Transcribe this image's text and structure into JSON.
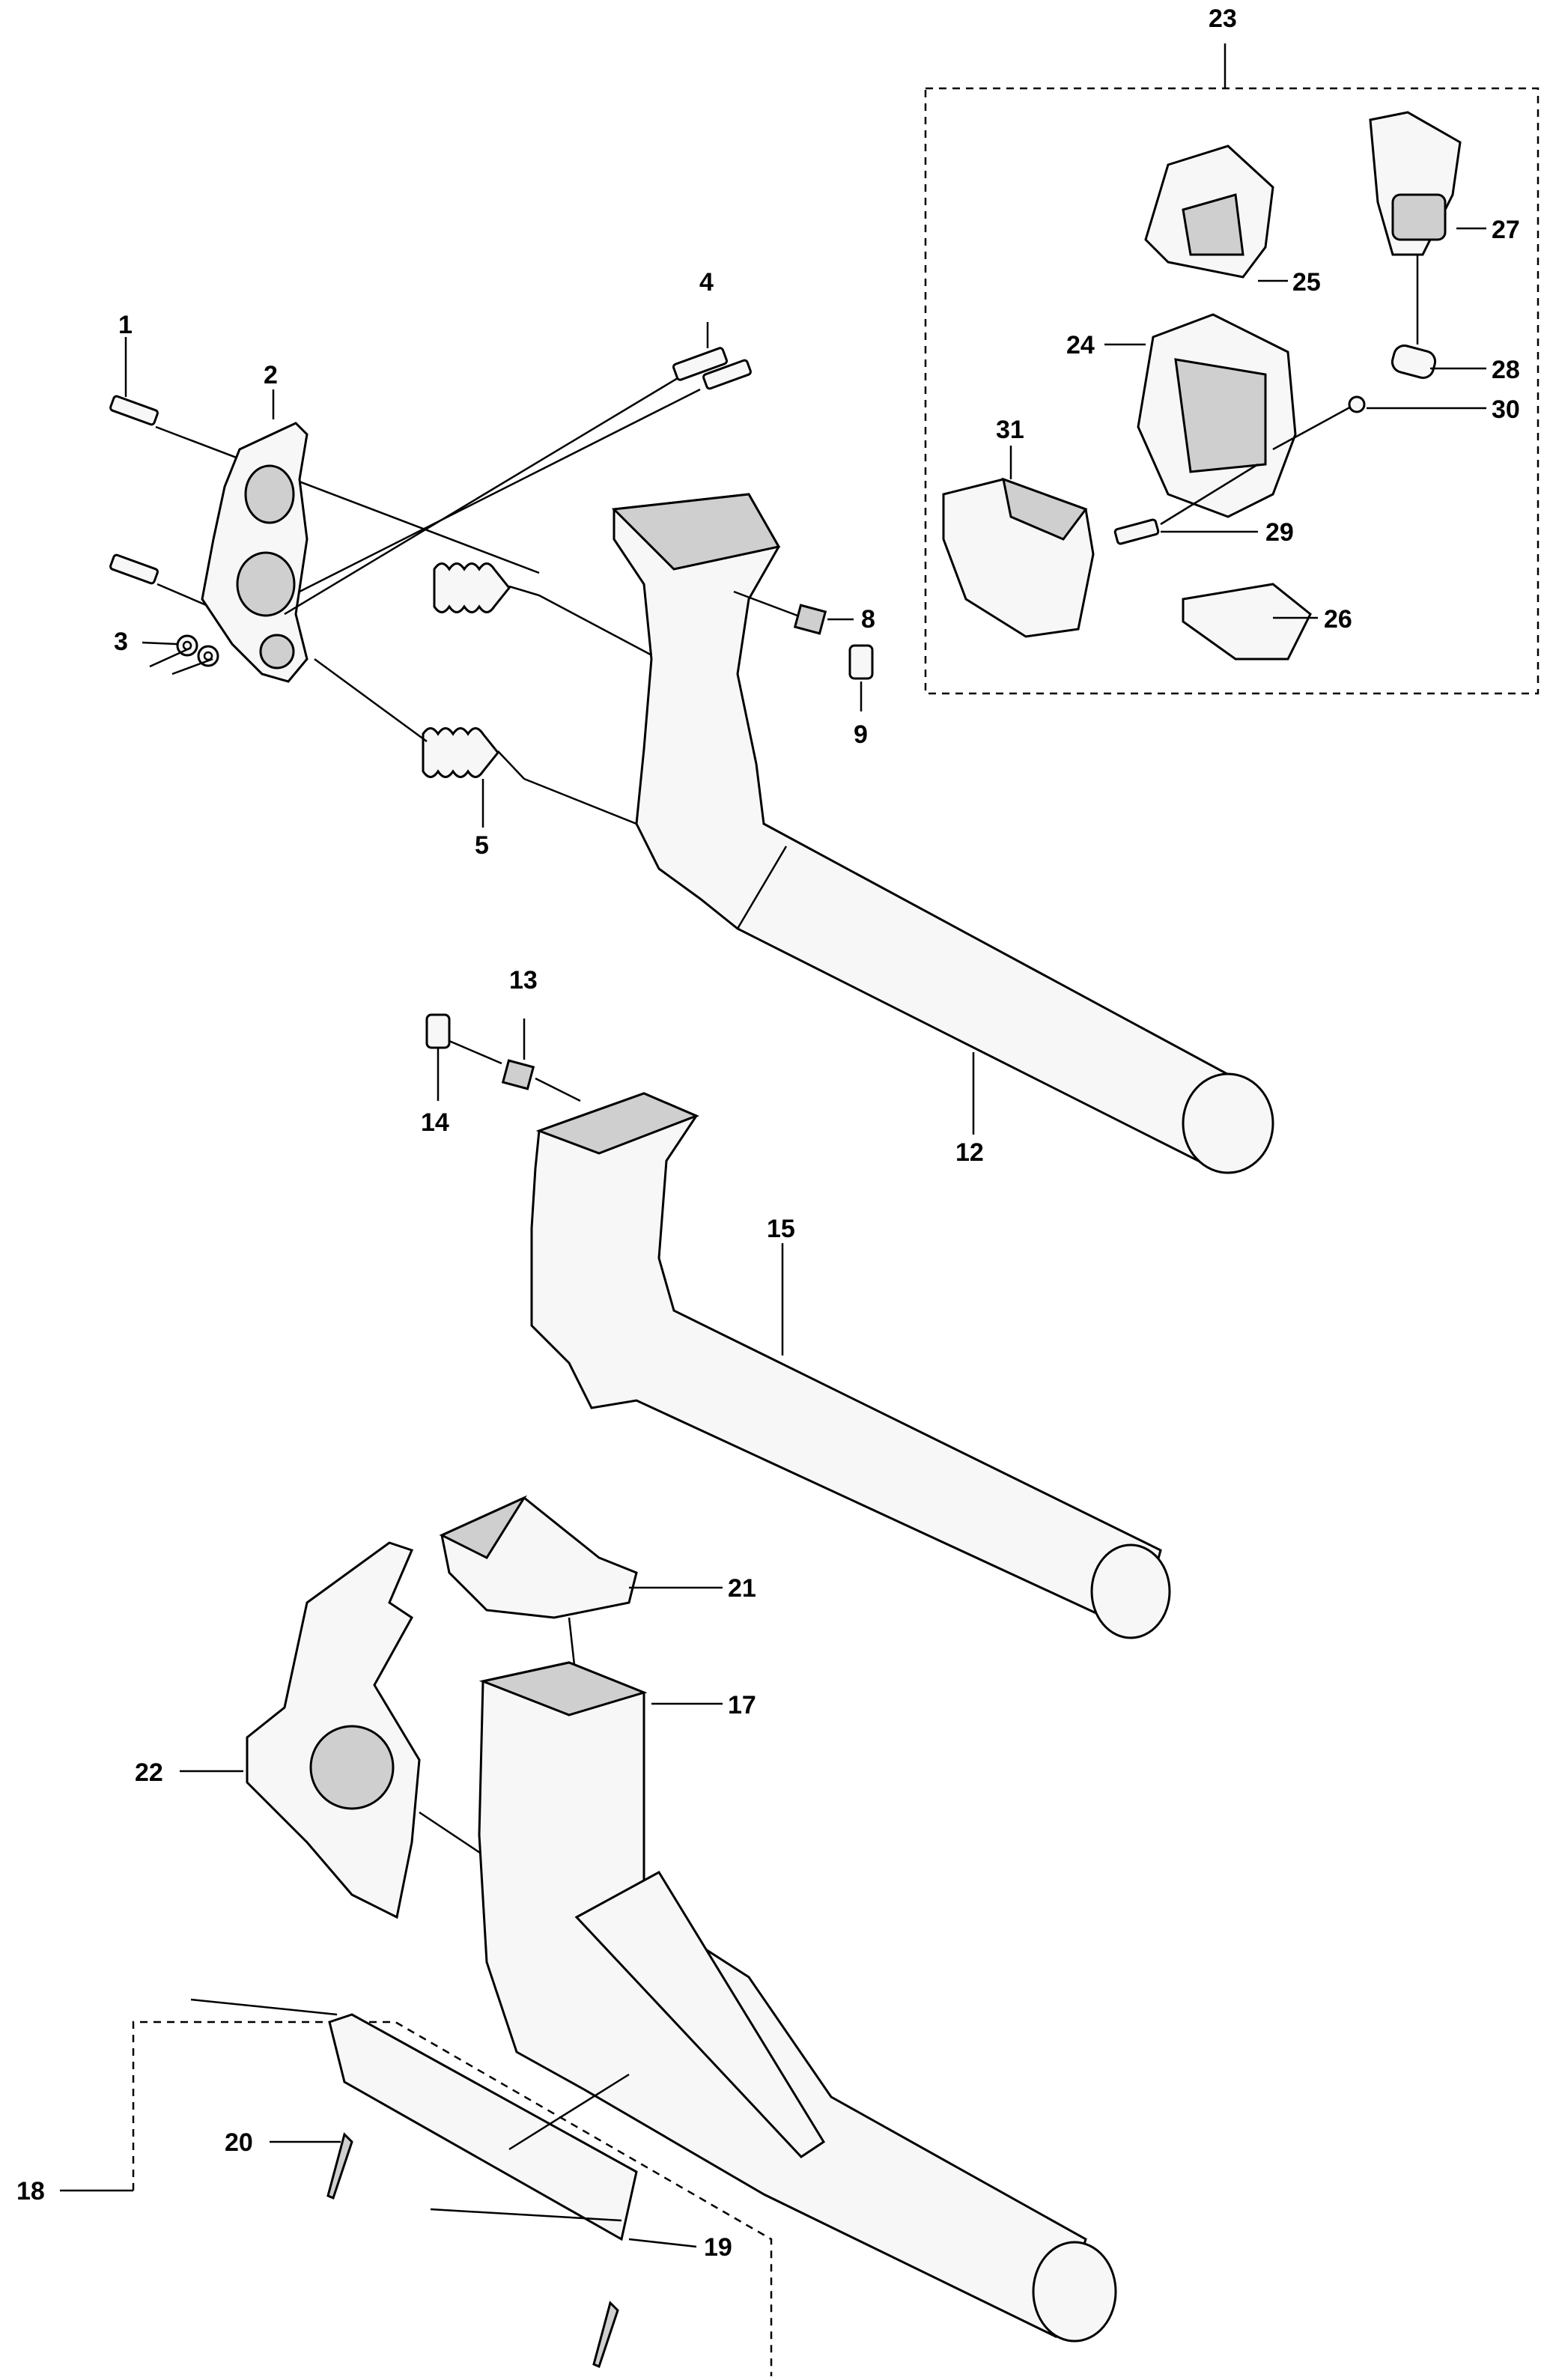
{
  "callouts": {
    "c1": "1",
    "c2": "2",
    "c3": "3",
    "c4": "4",
    "c5": "5",
    "c8": "8",
    "c9": "9",
    "c12": "12",
    "c13": "13",
    "c14": "14",
    "c15": "15",
    "c17": "17",
    "c18": "18",
    "c19": "19",
    "c20": "20",
    "c21": "21",
    "c22": "22",
    "c23": "23",
    "c24": "24",
    "c25": "25",
    "c26": "26",
    "c27": "27",
    "c28": "28",
    "c29": "29",
    "c30": "30",
    "c31": "31"
  },
  "colors": {
    "line": "#000000",
    "part_fill": "#f7f7f7",
    "part_shade": "#cfcfcf",
    "background": "#ffffff"
  }
}
